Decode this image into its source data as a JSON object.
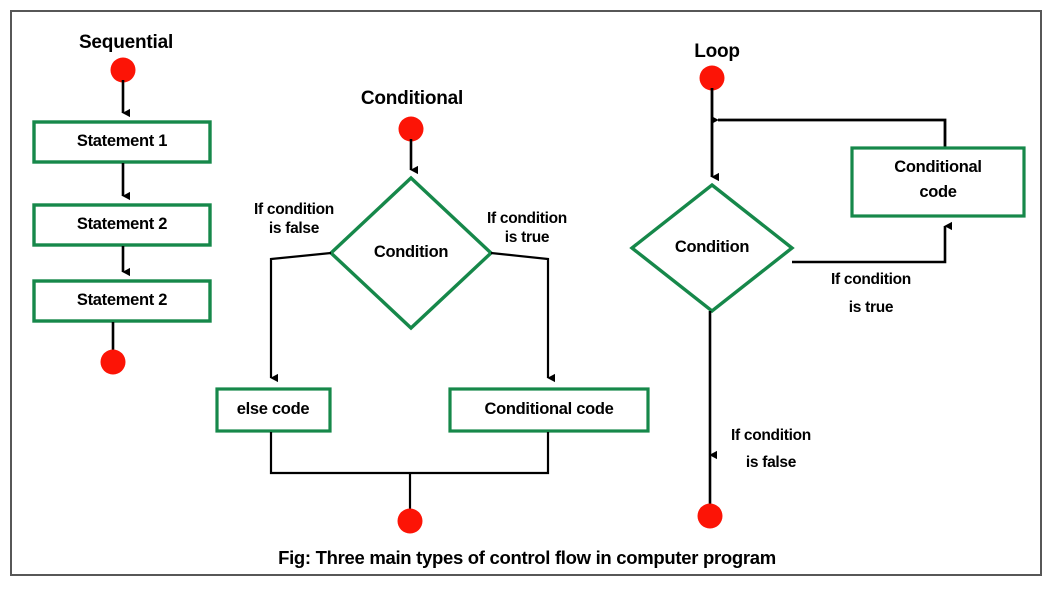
{
  "figure": {
    "caption": "Fig: Three main types of control flow in computer program",
    "colors": {
      "node_stroke_green": "#16884a",
      "terminator_red": "#fc1406",
      "connector_black": "#000000",
      "frame_gray": "#575757",
      "background": "#ffffff",
      "text": "#000000"
    }
  },
  "diagram": {
    "type": "flowchart",
    "panels": [
      {
        "id": "sequential",
        "title": "Sequential",
        "nodes": [
          {
            "id": "seq-start",
            "shape": "terminator-circle",
            "label": ""
          },
          {
            "id": "seq-stmt-1",
            "shape": "rectangle",
            "label": "Statement 1"
          },
          {
            "id": "seq-stmt-2",
            "shape": "rectangle",
            "label": "Statement 2"
          },
          {
            "id": "seq-stmt-3",
            "shape": "rectangle",
            "label": "Statement 2"
          },
          {
            "id": "seq-end",
            "shape": "terminator-circle",
            "label": ""
          }
        ],
        "edges": [
          {
            "from": "seq-start",
            "to": "seq-stmt-1",
            "label": ""
          },
          {
            "from": "seq-stmt-1",
            "to": "seq-stmt-2",
            "label": ""
          },
          {
            "from": "seq-stmt-2",
            "to": "seq-stmt-3",
            "label": ""
          },
          {
            "from": "seq-stmt-3",
            "to": "seq-end",
            "label": ""
          }
        ]
      },
      {
        "id": "conditional",
        "title": "Conditional",
        "nodes": [
          {
            "id": "cond-start",
            "shape": "terminator-circle",
            "label": ""
          },
          {
            "id": "cond-decision",
            "shape": "diamond",
            "label": "Condition"
          },
          {
            "id": "cond-else",
            "shape": "rectangle",
            "label": "else code"
          },
          {
            "id": "cond-then",
            "shape": "rectangle",
            "label": "Conditional code"
          },
          {
            "id": "cond-end",
            "shape": "terminator-circle",
            "label": ""
          }
        ],
        "edges": [
          {
            "from": "cond-start",
            "to": "cond-decision",
            "label": ""
          },
          {
            "from": "cond-decision",
            "to": "cond-else",
            "label": "If condition\nis false",
            "label_line_1": "If condition",
            "label_line_2": "is false"
          },
          {
            "from": "cond-decision",
            "to": "cond-then",
            "label": "If condition\nis true",
            "label_line_1": "If condition",
            "label_line_2": "is true"
          },
          {
            "from": "cond-else",
            "to": "cond-end",
            "label": ""
          },
          {
            "from": "cond-then",
            "to": "cond-end",
            "label": ""
          }
        ]
      },
      {
        "id": "loop",
        "title": "Loop",
        "nodes": [
          {
            "id": "loop-start",
            "shape": "terminator-circle",
            "label": ""
          },
          {
            "id": "loop-decision",
            "shape": "diamond",
            "label": "Condition"
          },
          {
            "id": "loop-body",
            "shape": "rectangle",
            "label_line_1": "Conditional",
            "label_line_2": "code"
          },
          {
            "id": "loop-end",
            "shape": "terminator-circle",
            "label": ""
          }
        ],
        "edges": [
          {
            "from": "loop-start",
            "to": "loop-decision",
            "label": ""
          },
          {
            "from": "loop-decision",
            "to": "loop-body",
            "label": "If condition\nis true",
            "label_line_1": "If condition",
            "label_line_2": "is true"
          },
          {
            "from": "loop-body",
            "to": "loop-decision",
            "label": ""
          },
          {
            "from": "loop-decision",
            "to": "loop-end",
            "label": "If condition\nis false",
            "label_line_1": "If condition",
            "label_line_2": "is false"
          }
        ]
      }
    ]
  },
  "labels": {
    "sequential_title": "Sequential",
    "conditional_title": "Conditional",
    "loop_title": "Loop",
    "stmt1": "Statement 1",
    "stmt2": "Statement 2",
    "stmt3": "Statement 2",
    "cond_diamond": "Condition",
    "loop_diamond": "Condition",
    "else_code": "else code",
    "conditional_code": "Conditional code",
    "loop_code_l1": "Conditional",
    "loop_code_l2": "code",
    "cond_false_l1": "If condition",
    "cond_false_l2": "is false",
    "cond_true_l1": "If condition",
    "cond_true_l2": "is true",
    "loop_true_l1": "If condition",
    "loop_true_l2": "is true",
    "loop_false_l1": "If condition",
    "loop_false_l2": "is false",
    "caption": "Fig: Three main types of control flow in computer program"
  }
}
